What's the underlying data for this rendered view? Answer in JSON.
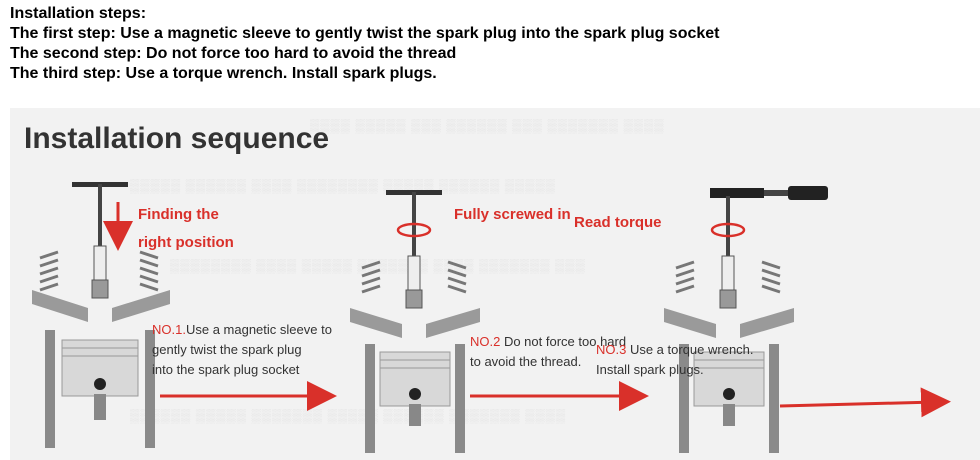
{
  "steps": {
    "heading": "Installation steps:",
    "step1": "The first step:  Use a magnetic sleeve to gently twist the spark plug into the spark plug socket",
    "step2": "The second step:  Do not force too hard to avoid the thread",
    "step3": "The third step:   Use a torque wrench. Install spark plugs."
  },
  "diagram": {
    "title": "Installation sequence",
    "stage1_label_line1": "Finding the",
    "stage1_label_line2": "right position",
    "stage2_label": "Fully screwed in",
    "stage3_label": "Read torque",
    "note1_no": "NO.1.",
    "note1_line1": "Use a magnetic sleeve to",
    "note1_line2": "gently twist the spark plug",
    "note1_line3": "into the spark plug socket",
    "note2_no": "NO.2",
    "note2_line1": " Do not force too hard",
    "note2_line2": "to avoid the thread.",
    "note3_no": "NO.3",
    "note3_line1": " Use a torque wrench.",
    "note3_line2": "Install spark plugs."
  },
  "colors": {
    "accent_red": "#d9302a",
    "engine_gray": "#8a8a8a",
    "panel_bg": "#f2f2f2"
  }
}
